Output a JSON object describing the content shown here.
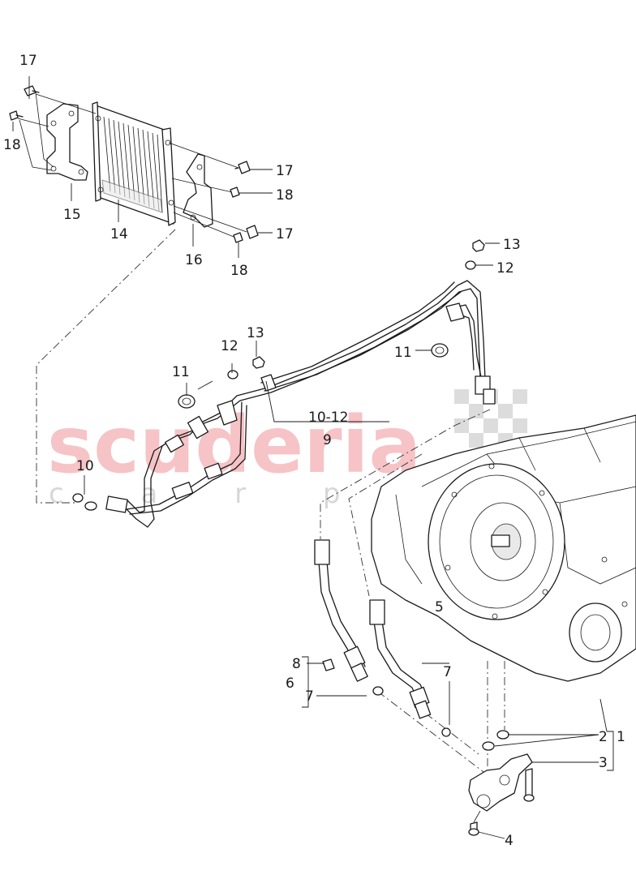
{
  "watermark": {
    "brand": "scuderia",
    "tagline": "c a r   p a r t s"
  },
  "callouts": {
    "c1": "1",
    "c2": "2",
    "c3": "3",
    "c4": "4",
    "c5": "5",
    "c6": "6",
    "c7a": "7",
    "c7b": "7",
    "c8": "8",
    "c9": "9",
    "c10": "10",
    "c10_12": "10-12",
    "c11a": "11",
    "c11b": "11",
    "c12a": "12",
    "c12b": "12",
    "c13a": "13",
    "c13b": "13",
    "c14": "14",
    "c15": "15",
    "c16": "16",
    "c17a": "17",
    "c17b": "17",
    "c17c": "17",
    "c18a": "18",
    "c18b": "18",
    "c18c": "18"
  }
}
